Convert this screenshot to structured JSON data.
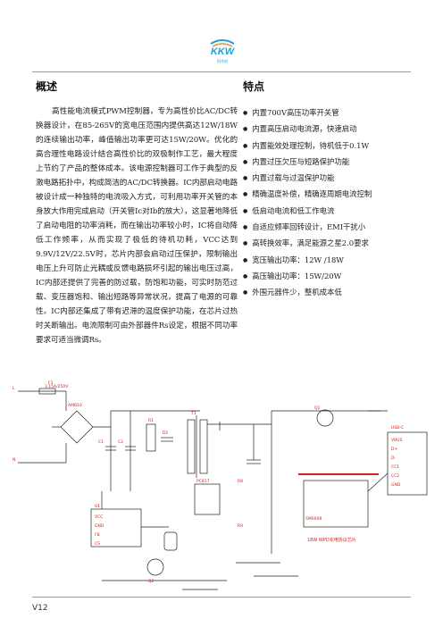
{
  "logo": {
    "text": "KKW",
    "sub": "科华创"
  },
  "overview": {
    "heading": "概述",
    "body": "高性能电流模式PWM控制器，专为高性价比AC/DC转换器设计，在85-265V的宽电压范围内提供高达12W/18W的连续输出功率，峰值输出功率更可达15W/20W。优化的高合理性电路设计结合高性价比的双极制作工艺，最大程度上节约了产品的整体成本。该电源控制器可工作于典型的反激电路拓扑中，构成简洁的AC/DC转换器。IC内部启动电路被设计成一种独特的电流吸入方式，可利用功率开关管的本身放大作用完成启动（开关管Ic对Ib的放大），这显著地降低了启动电阻的功率消耗，而在输出功率较小时，IC将自动降低工作频率，从而实现了极低的待机功耗，VCC达到9.9V/12V/22.5V时，芯片内部会启动过压保护，限制输出电压上升可防止光耦或反馈电路损坏引起的输出电压过高，IC内部还提供了完善的防过载，防饱和功能，可实时防范过载、变压器饱和、输出短路等异常状况，提高了电源的可靠性。IC内部还集成了带有迟滞的温度保护功能，在芯片过热时关断输出。电流限制可由外部器件Rs设定，根据不同功率要求可适当微调Rs。"
  },
  "features": {
    "heading": "特点",
    "items": [
      "内置700V高压功率开关管",
      "内置高压启动电流源，快速启动",
      "内置能效处理控制，待机低于0.1W",
      "内置过压欠压与短路保护功能",
      "内置过载与过温保护功能",
      "精确温度补偿，精确逐周期电流控制",
      "低启动电流和低工作电流",
      "自适应频率回转设计，EMI干扰小",
      "高转换效率，满足能源之星2.0要求",
      "宽压输出功率：12W /18W",
      "高压输出功率：15W/20W",
      "外围元器件少，整机成本低"
    ]
  },
  "schematic": {
    "labels": [
      "F1",
      "3.15A/250V",
      "AMB10",
      "C1",
      "C2",
      "R1",
      "D1",
      "T1",
      "PC817",
      "U1",
      "VCC",
      "GND",
      "FB",
      "CS",
      "R8",
      "R9",
      "Q1",
      "Q2",
      "SM0008",
      "18W WPD充电协议芯片",
      "USB-C",
      "VBUS",
      "D+",
      "D-",
      "CC1",
      "CC2",
      "GND",
      "L",
      "N"
    ],
    "accent": "#d1241e",
    "chip_text": "SM0008",
    "caption": "18W WPD充电协议芯片"
  },
  "footer": {
    "version": "V12"
  }
}
